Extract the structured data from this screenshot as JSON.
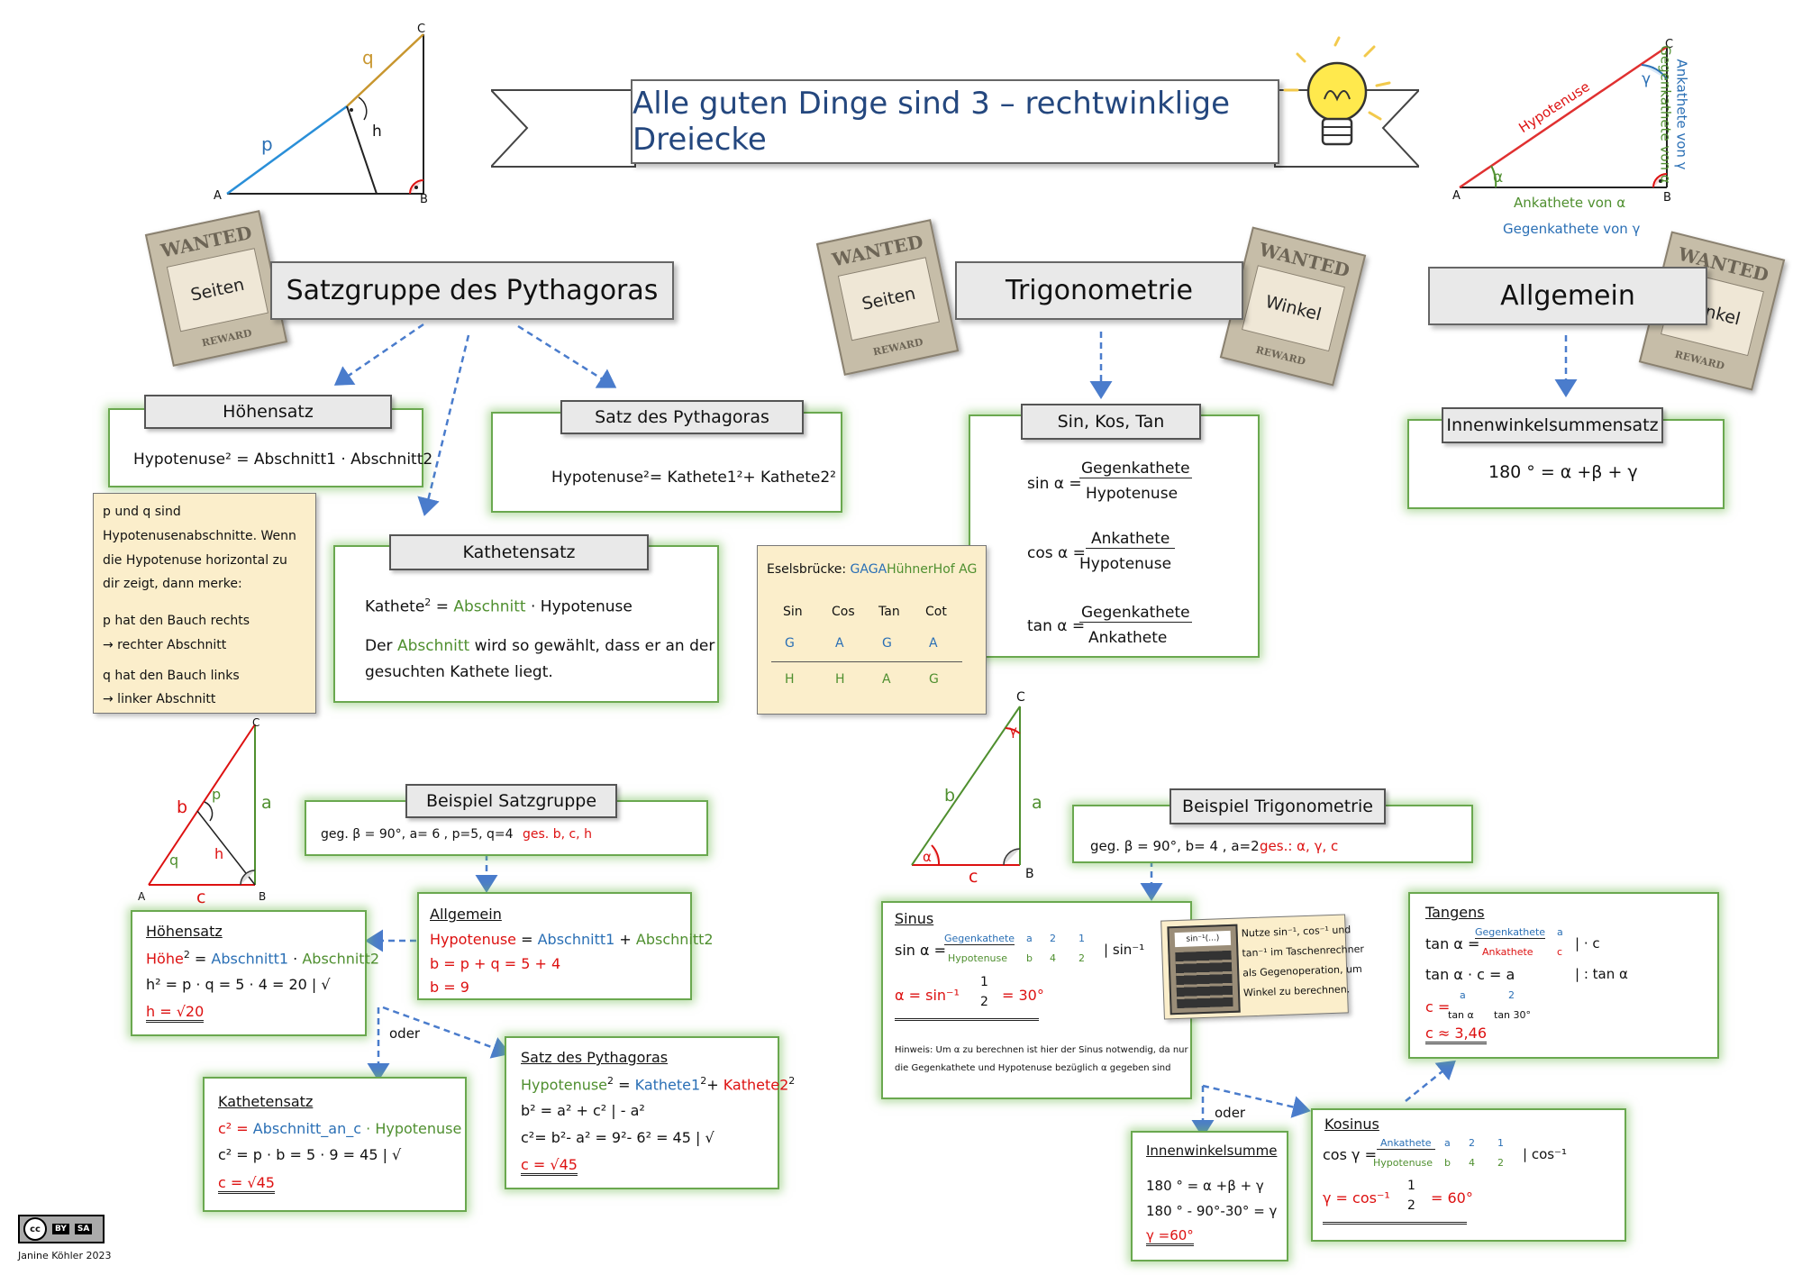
{
  "title": "Alle guten Dinge sind 3 – rechtwinklige Dreiecke",
  "colors": {
    "blue": "#2a6fb5",
    "green": "#4f8f2f",
    "red": "#d11111",
    "card_border": "#6aa84f",
    "note_bg": "#fbeecb"
  },
  "top_triangle_left": {
    "labels": {
      "A": "A",
      "B": "B",
      "C": "C",
      "p": "p",
      "q": "q",
      "h": "h"
    }
  },
  "top_triangle_right": {
    "labels": {
      "A": "A",
      "B": "B",
      "C": "C",
      "alpha": "α",
      "gamma": "γ"
    },
    "hypotenuse": "Hypotenuse",
    "ankathete_gamma": "Ankathete von γ",
    "gegenkathete_alpha": "Gegenkathete von α",
    "ankathete_alpha": "Ankathete von α",
    "gegenkathete_gamma": "Gegenkathete von γ"
  },
  "wanted": {
    "head": "WANTED",
    "foot": "REWARD",
    "seiten": "Seiten",
    "winkel": "Winkel"
  },
  "sections": {
    "pythagoras": "Satzgruppe des Pythagoras",
    "trigonometrie": "Trigonometrie",
    "allgemein": "Allgemein"
  },
  "hoehensatz": {
    "title": "Höhensatz",
    "formula": "Hypotenuse² = Abschnitt1 · Abschnitt2"
  },
  "satz_pythagoras": {
    "title": "Satz des Pythagoras",
    "formula": "Hypotenuse²= Kathete1²+ Kathete2²"
  },
  "kathetensatz": {
    "title": "Kathetensatz",
    "formula_a": "Kathete",
    "formula_b": "Abschnitt",
    "formula_c": "· Hypotenuse",
    "text_1": "Der",
    "text_2": "Abschnitt",
    "text_3": "wird so gewählt, dass er an der",
    "text_4": "gesuchten Kathete liegt."
  },
  "note_pq": {
    "line1": "p und q sind",
    "line2": "Hypotenusenabschnitte. Wenn",
    "line3": "die Hypotenuse horizontal zu",
    "line4": "dir zeigt, dann merke:",
    "line5": "p hat den Bauch rechts",
    "line6": "→ rechter Abschnitt",
    "line7": "q hat den Bauch links",
    "line8": "→ linker Abschnitt"
  },
  "sinkostan": {
    "title": "Sin, Kos, Tan",
    "sin_lhs": "sin α =",
    "sin_num": "Gegenkathete",
    "sin_den": "Hypotenuse",
    "cos_lhs": "cos α =",
    "cos_num": "Ankathete",
    "cos_den": "Hypotenuse",
    "tan_lhs": "tan α =",
    "tan_num": "Gegenkathete",
    "tan_den": "Ankathete"
  },
  "eselsbruecke": {
    "label": "Eselsbrücke:",
    "gaga": "GAGA",
    "huehner": "Hühner",
    "hof": "Hof",
    "ag": "AG",
    "headers": [
      "Sin",
      "Cos",
      "Tan",
      "Cot"
    ],
    "row1": [
      "G",
      "A",
      "G",
      "A"
    ],
    "row2": [
      "H",
      "H",
      "A",
      "G"
    ]
  },
  "innenwinkel": {
    "title": "Innenwinkelsummensatz",
    "formula": "180 ° = α +β + γ"
  },
  "triangle_mid_left": {
    "labels": {
      "A": "A",
      "B": "B",
      "C": "C",
      "a": "a",
      "b": "b",
      "c": "c",
      "p": "p",
      "q": "q",
      "h": "h"
    }
  },
  "triangle_mid_right": {
    "labels": {
      "B": "B",
      "C": "C",
      "a": "a",
      "b": "b",
      "c": "c",
      "alpha": "α",
      "gamma": "γ"
    }
  },
  "beispiel_satzgruppe": {
    "title": "Beispiel Satzgruppe",
    "given": "geg. β = 90°, a= 6 , p=5, q=4",
    "wanted": "ges. b, c, h"
  },
  "bsp_allgemein": {
    "title": "Allgemein",
    "l1a": "Hypotenuse",
    "l1b": "Abschnitt1",
    "l1c": "Abschnitt2",
    "l2": "b = p + q = 5 + 4",
    "l3": "b = 9"
  },
  "bsp_hoehensatz": {
    "title": "Höhensatz",
    "l1a": "Höhe",
    "l1b": "Abschnitt1",
    "l1c": "Abschnitt2",
    "l2": "h² = p · q = 5 · 4 = 20 | √",
    "l3": "h = √20"
  },
  "oder": "oder",
  "bsp_kathetensatz": {
    "title": "Kathetensatz",
    "l1a": "c² =",
    "l1b": "Abschnitt_an_c",
    "l1c": "· Hypotenuse",
    "l2": "c² = p · b = 5 · 9 = 45 | √",
    "l3": "c = √45"
  },
  "bsp_pythagoras": {
    "title": "Satz des Pythagoras",
    "l1a": "Hypotenuse",
    "l1b": "Kathete1",
    "l1c": "Kathete2",
    "l2": "b² = a² + c²   | - a²",
    "l3": "c²= b²- a² = 9²- 6² = 45 | √",
    "l4": "c = √45"
  },
  "beispiel_trig": {
    "title": "Beispiel Trigonometrie",
    "given": "geg. β = 90°, b= 4 , a=2",
    "wanted": "ges.: α, γ, c"
  },
  "bsp_sinus": {
    "title": "Sinus",
    "l1_lhs": "sin α =",
    "l1_num": "Gegenkathete",
    "l1_den": "Hypotenuse",
    "l1_a": "a",
    "l1_b": "b",
    "l1_2": "2",
    "l1_4": "4",
    "l1_1": "1",
    "l1_2b": "2",
    "l1_op": "| sin⁻¹",
    "l2": "α  =  sin⁻¹",
    "l2_frac_num": "1",
    "l2_frac_den": "2",
    "l2_res": "= 30°",
    "hint1": "Hinweis: Um α zu berechnen ist hier der Sinus notwendig, da nur",
    "hint2": "die Gegenkathete und Hypotenuse bezüglich α gegeben sind"
  },
  "calculator_note": {
    "display": "sin⁻¹(...)",
    "line1": "Nutze sin⁻¹, cos⁻¹ und",
    "line2": "tan⁻¹ im Taschenrechner",
    "line3": "als Gegenoperation, um",
    "line4": "Winkel zu berechnen."
  },
  "bsp_tangens": {
    "title": "Tangens",
    "l1_lhs": "tan α =",
    "l1_num": "Gegenkathete",
    "l1_den": "Ankathete",
    "l1_a": "a",
    "l1_c": "c",
    "l1_op": "| · c",
    "l2": "tan α · c = a",
    "l2_op": "| : tan α",
    "l3_lhs": "c =",
    "l3_num": "a",
    "l3_den": "tan α",
    "l3_num2": "2",
    "l3_den2": "tan 30°",
    "l4": "c ≈ 3,46"
  },
  "bsp_innenwinkelsumme": {
    "title": "Innenwinkelsumme",
    "l1": "180 ° = α +β + γ",
    "l2": "180 ° - 90°-30° = γ",
    "l3": "γ =60°"
  },
  "bsp_kosinus": {
    "title": "Kosinus",
    "l1_lhs": "cos γ =",
    "l1_num": "Ankathete",
    "l1_den": "Hypotenuse",
    "l1_a": "a",
    "l1_b": "b",
    "l1_2": "2",
    "l1_4": "4",
    "l1_1": "1",
    "l1_2b": "2",
    "l1_op": "| cos⁻¹",
    "l2": "γ  =  cos⁻¹",
    "l2_frac_num": "1",
    "l2_frac_den": "2",
    "l2_res": "= 60°"
  },
  "license": {
    "badge": "cc",
    "by": "BY",
    "sa": "SA",
    "author": "Janine Köhler 2023"
  }
}
